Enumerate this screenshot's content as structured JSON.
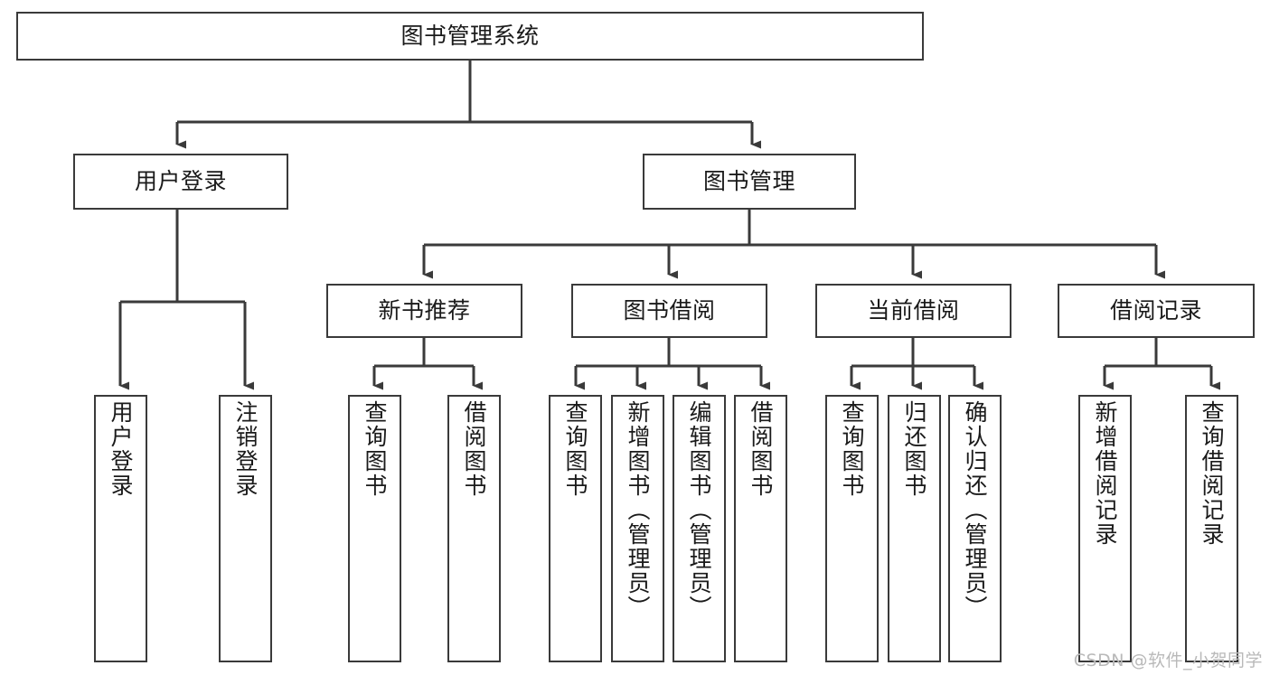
{
  "diagram": {
    "type": "tree-hierarchy-chart",
    "title": "图书管理系统",
    "stroke_color": "#3a3a3a",
    "fill_color": "#ffffff",
    "text_color": "#1a1a1a",
    "watermark": "CSDN @软件_小贺同学",
    "levels": {
      "root": {
        "label": "图书管理系统"
      },
      "level2": [
        {
          "id": "user-login",
          "label": "用户登录"
        },
        {
          "id": "book-management",
          "label": "图书管理"
        }
      ],
      "level3": [
        {
          "id": "new-book-recommend",
          "label": "新书推荐",
          "parent": "book-management"
        },
        {
          "id": "book-borrow",
          "label": "图书借阅",
          "parent": "book-management"
        },
        {
          "id": "current-borrow",
          "label": "当前借阅",
          "parent": "book-management"
        },
        {
          "id": "borrow-record",
          "label": "借阅记录",
          "parent": "book-management"
        }
      ],
      "leaves": {
        "user_login": [
          {
            "id": "leaf-user-login",
            "label": "用户登录"
          },
          {
            "id": "leaf-user-logout",
            "label": "注销登录"
          }
        ],
        "new_book_recommend": [
          {
            "id": "leaf-query-book-1",
            "label": "查询图书"
          },
          {
            "id": "leaf-borrow-book-1",
            "label": "借阅图书"
          }
        ],
        "book_borrow": [
          {
            "id": "leaf-query-book-2",
            "label": "查询图书"
          },
          {
            "id": "leaf-add-book",
            "label": "新增图书（管理员）"
          },
          {
            "id": "leaf-edit-book",
            "label": "编辑图书（管理员）"
          },
          {
            "id": "leaf-borrow-book-2",
            "label": "借阅图书"
          }
        ],
        "current_borrow": [
          {
            "id": "leaf-query-book-3",
            "label": "查询图书"
          },
          {
            "id": "leaf-return-book",
            "label": "归还图书"
          },
          {
            "id": "leaf-confirm-return",
            "label": "确认归还（管理员）"
          }
        ],
        "borrow_record": [
          {
            "id": "leaf-add-record",
            "label": "新增借阅记录"
          },
          {
            "id": "leaf-query-record",
            "label": "查询借阅记录"
          }
        ]
      }
    }
  }
}
